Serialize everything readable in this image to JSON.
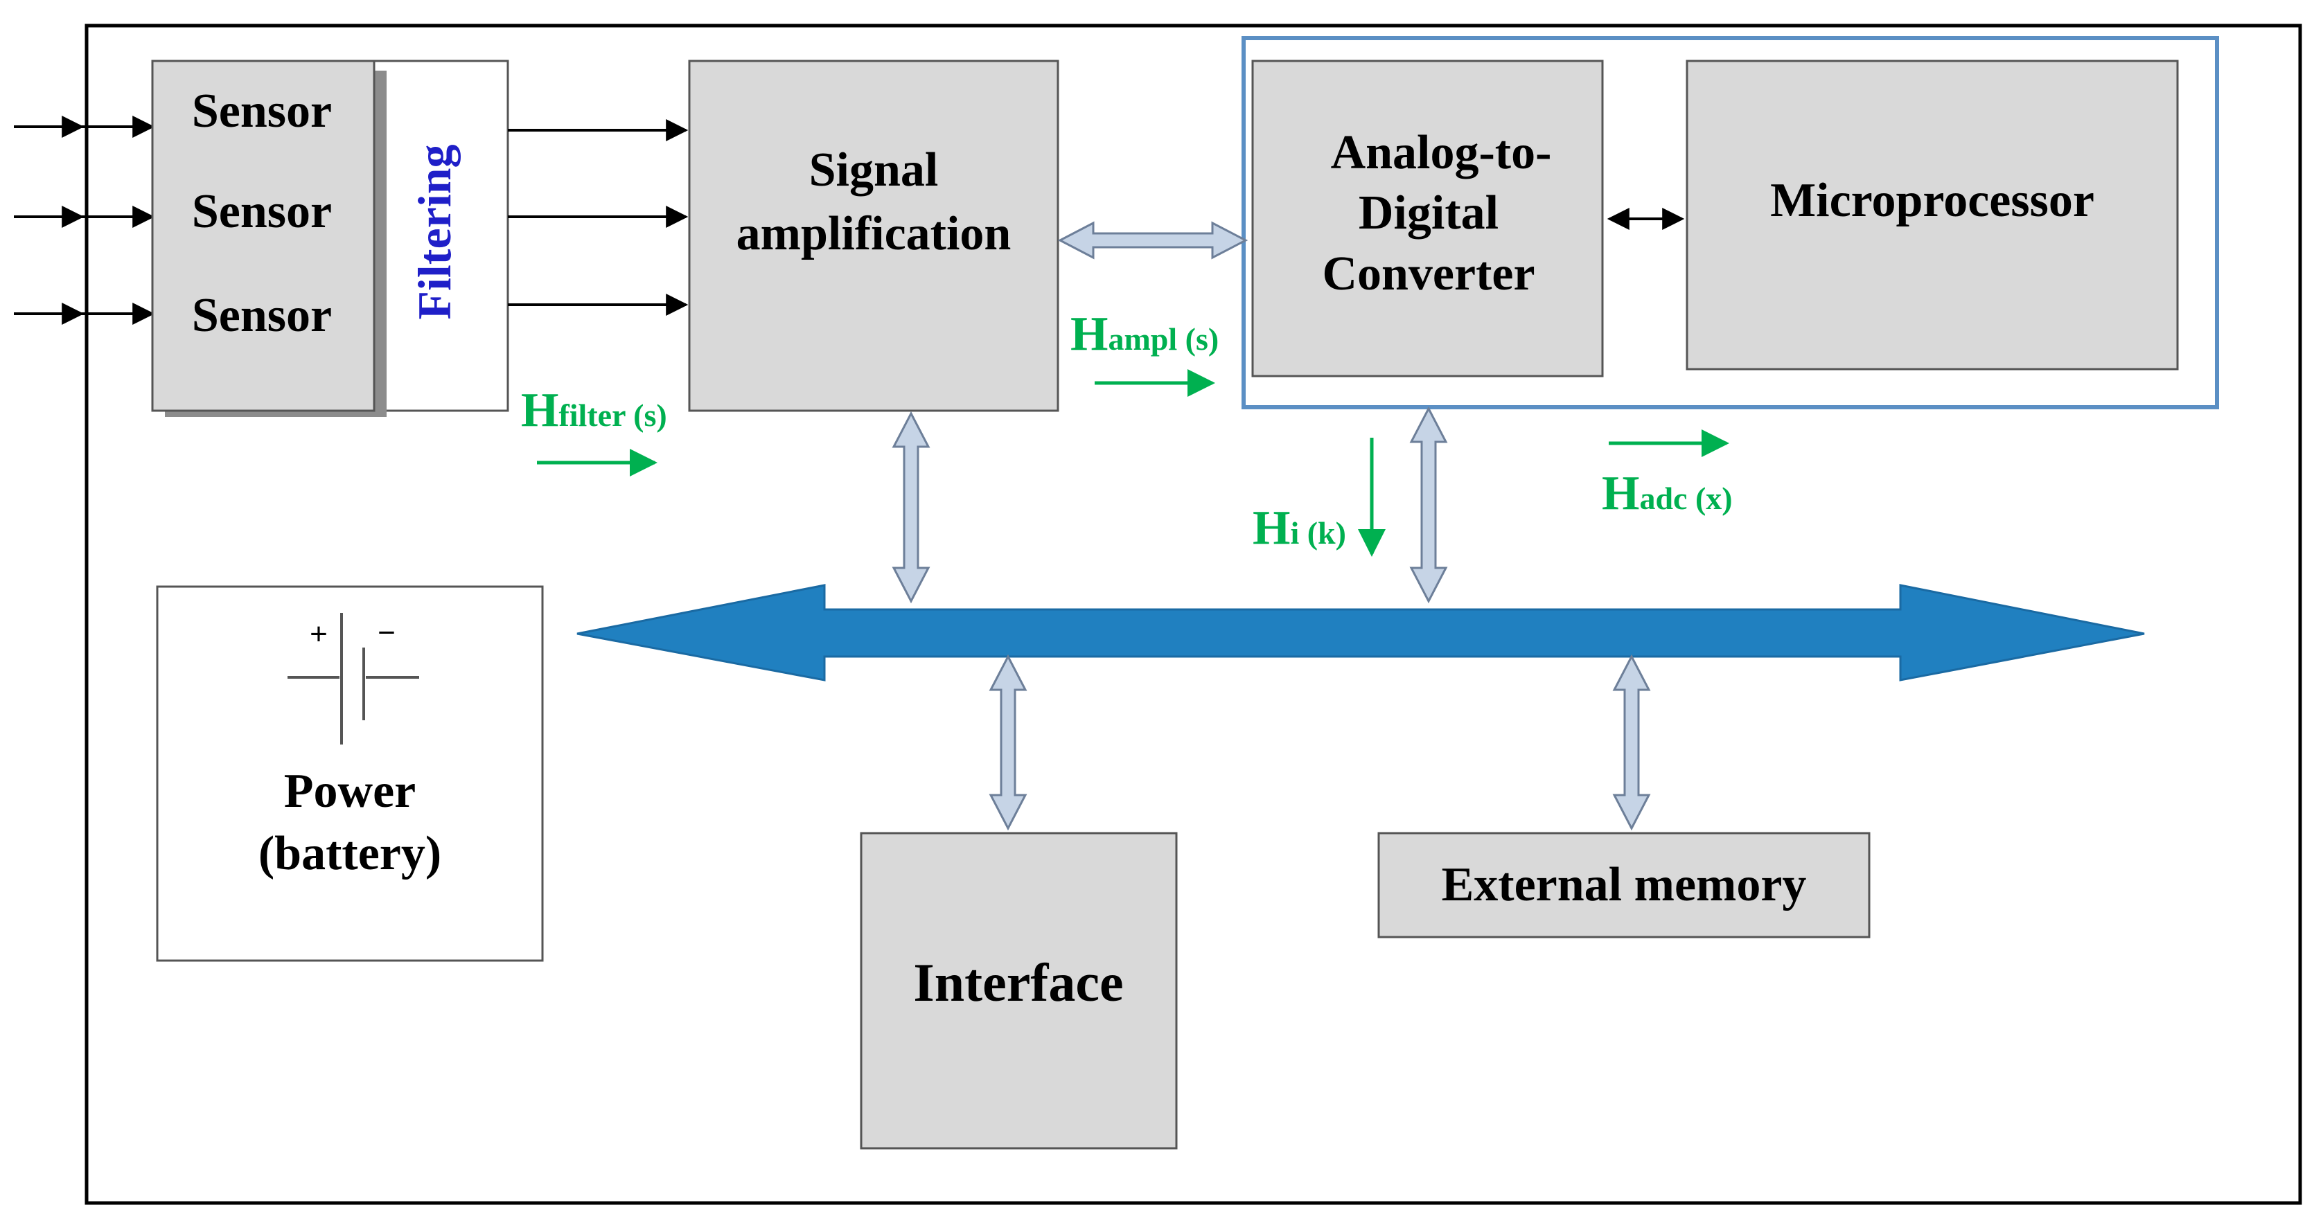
{
  "sensors": [
    "Sensor",
    "Sensor",
    "Sensor"
  ],
  "filtering": "Filtering",
  "signal_amplification": [
    "Signal",
    "amplification"
  ],
  "adc": [
    "Analog-to-",
    "Digital",
    "Converter"
  ],
  "microprocessor": "Microprocessor",
  "power": [
    "Power",
    "(battery)"
  ],
  "battery_plus": "+",
  "battery_minus": "−",
  "interface": "Interface",
  "external_memory": "External memory",
  "transfer_functions": {
    "filter": {
      "main": "H",
      "sub": "filter (s)"
    },
    "ampl": {
      "main": "H",
      "sub": "ampl (s)"
    },
    "adc": {
      "main": "H",
      "sub": "adc (x)"
    },
    "i": {
      "main": "H",
      "sub": "i (k)"
    }
  },
  "colors": {
    "box_fill": "#d9d9d9",
    "bus": "#2080c0",
    "double_arrow_fill": "#c6d4e6",
    "group_border": "#5b8fc4",
    "label_green": "#00b050",
    "filtering_text": "#1f1fc8"
  }
}
